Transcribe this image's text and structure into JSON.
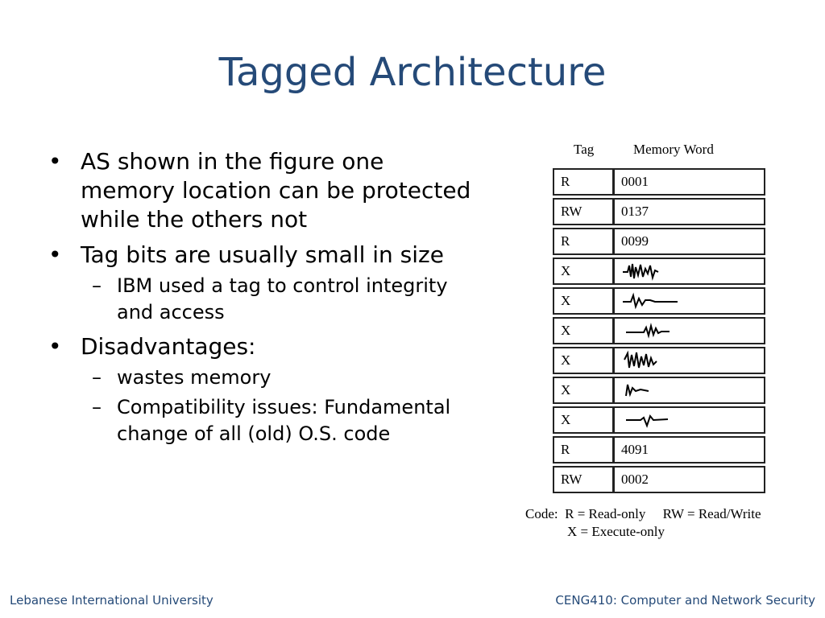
{
  "slide": {
    "title": "Tagged Architecture",
    "bullets": [
      {
        "text": "AS shown in the figure one memory location can be protected while the others not",
        "sub": []
      },
      {
        "text": "Tag bits are usually small in size",
        "sub": [
          "IBM used a tag to control integrity and access"
        ]
      },
      {
        "text": "Disadvantages:",
        "sub": [
          "wastes memory",
          "Compatibility issues: Fundamental change of all (old) O.S. code"
        ]
      }
    ],
    "bullet_marker": "•",
    "sub_marker": "–"
  },
  "figure": {
    "tag_header": "Tag",
    "word_header": "Memory Word",
    "rows": [
      {
        "tag": "R",
        "word": "0001"
      },
      {
        "tag": "RW",
        "word": "0137"
      },
      {
        "tag": "R",
        "word": "0099"
      },
      {
        "tag": "X",
        "word": ""
      },
      {
        "tag": "X",
        "word": ""
      },
      {
        "tag": "X",
        "word": ""
      },
      {
        "tag": "X",
        "word": ""
      },
      {
        "tag": "X",
        "word": ""
      },
      {
        "tag": "X",
        "word": ""
      },
      {
        "tag": "R",
        "word": "4091"
      },
      {
        "tag": "RW",
        "word": "0002"
      }
    ],
    "legend_line1": "Code:  R = Read-only     RW = Read/Write",
    "legend_line2": "X = Execute-only"
  },
  "footer": {
    "left": "Lebanese International University",
    "right": "CENG410: Computer and Network Security"
  }
}
